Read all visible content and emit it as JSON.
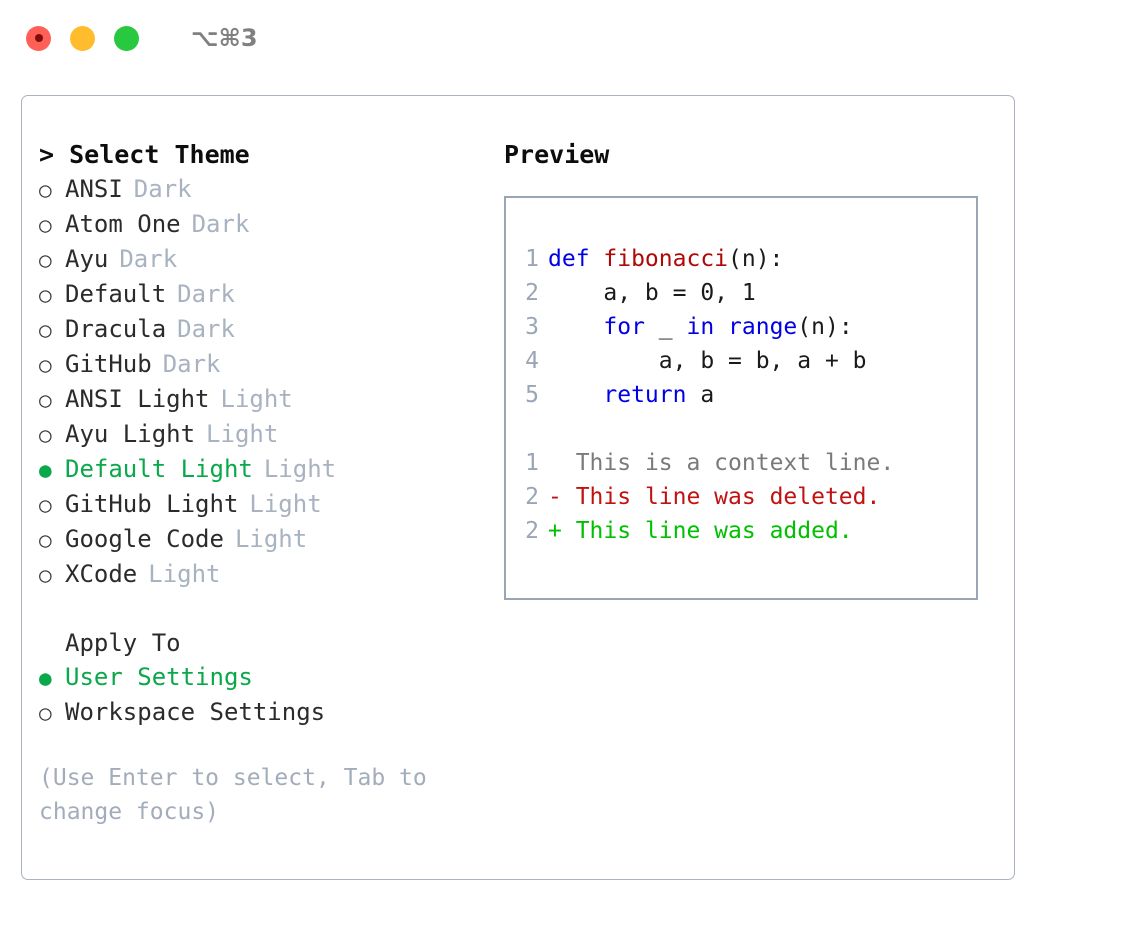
{
  "titlebar": {
    "shortcut": "⌥⌘3",
    "lights": [
      "close",
      "minimize",
      "maximize"
    ]
  },
  "theme_panel": {
    "header": "> Select Theme",
    "selected_bullet": "●",
    "unselected_bullet": "○",
    "items": [
      {
        "name": "ANSI",
        "variant": "Dark",
        "selected": false
      },
      {
        "name": "Atom One",
        "variant": "Dark",
        "selected": false
      },
      {
        "name": "Ayu",
        "variant": "Dark",
        "selected": false
      },
      {
        "name": "Default",
        "variant": "Dark",
        "selected": false
      },
      {
        "name": "Dracula",
        "variant": "Dark",
        "selected": false
      },
      {
        "name": "GitHub",
        "variant": "Dark",
        "selected": false
      },
      {
        "name": "ANSI Light",
        "variant": "Light",
        "selected": false
      },
      {
        "name": "Ayu Light",
        "variant": "Light",
        "selected": false
      },
      {
        "name": "Default Light",
        "variant": "Light",
        "selected": true
      },
      {
        "name": "GitHub Light",
        "variant": "Light",
        "selected": false
      },
      {
        "name": "Google Code",
        "variant": "Light",
        "selected": false
      },
      {
        "name": "XCode",
        "variant": "Light",
        "selected": false
      }
    ]
  },
  "apply_to": {
    "header": "Apply To",
    "options": [
      {
        "label": "User Settings",
        "selected": true
      },
      {
        "label": "Workspace Settings",
        "selected": false
      }
    ]
  },
  "hint": "(Use Enter to select, Tab to change focus)",
  "preview": {
    "title": "Preview",
    "code_lines": [
      {
        "no": "1",
        "tokens": [
          {
            "t": "def ",
            "c": "kw"
          },
          {
            "t": "fibonacci",
            "c": "fn"
          },
          {
            "t": "(n):",
            "c": "plain"
          }
        ]
      },
      {
        "no": "2",
        "tokens": [
          {
            "t": "    a, b = 0, 1",
            "c": "plain"
          }
        ]
      },
      {
        "no": "3",
        "tokens": [
          {
            "t": "    ",
            "c": "plain"
          },
          {
            "t": "for",
            "c": "kw"
          },
          {
            "t": " _ ",
            "c": "plain"
          },
          {
            "t": "in",
            "c": "kw"
          },
          {
            "t": " ",
            "c": "plain"
          },
          {
            "t": "range",
            "c": "kw"
          },
          {
            "t": "(n):",
            "c": "plain"
          }
        ]
      },
      {
        "no": "4",
        "tokens": [
          {
            "t": "        a, b = b, a + b",
            "c": "plain"
          }
        ]
      },
      {
        "no": "5",
        "tokens": [
          {
            "t": "    ",
            "c": "plain"
          },
          {
            "t": "return",
            "c": "kw"
          },
          {
            "t": " a",
            "c": "plain"
          }
        ]
      }
    ],
    "diff_lines": [
      {
        "no": "1",
        "marker": "  ",
        "text": "This is a context line.",
        "kind": "ctx"
      },
      {
        "no": "2",
        "marker": "- ",
        "text": "This line was deleted.",
        "kind": "del"
      },
      {
        "no": "2",
        "marker": "+ ",
        "text": "This line was added.",
        "kind": "add"
      }
    ]
  },
  "colors": {
    "accent_green": "#0aa84a",
    "diff_add": "#00c000",
    "diff_del": "#c01212",
    "keyword_blue": "#0000e6",
    "function_red": "#b00707",
    "muted": "#a8b2c0",
    "border": "#aab3c2",
    "light_red": "#ff5f57",
    "light_yellow": "#ffbd2e",
    "light_green": "#28c840"
  }
}
